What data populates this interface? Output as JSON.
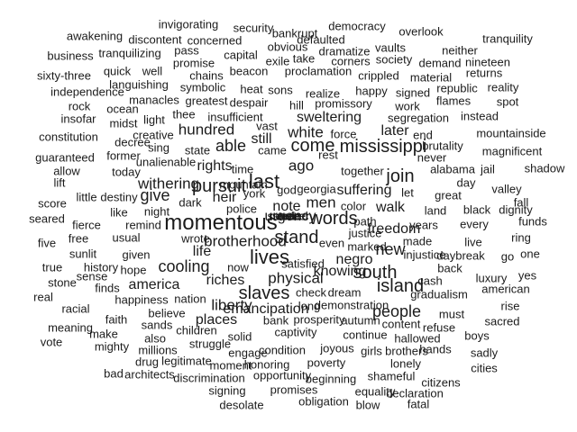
{
  "colors": {
    "background": "#ffffff",
    "text": "#1b1b1b"
  },
  "words": [
    "invigorating",
    "security",
    "bankrupt",
    "democracy",
    "overlook",
    "awakening",
    "discontent",
    "concerned",
    "defaulted",
    "tranquility",
    "pass",
    "obvious",
    "vaults",
    "neither",
    "business",
    "tranquilizing",
    "capital",
    "take",
    "dramatize",
    "society",
    "nineteen",
    "promise",
    "exile",
    "corners",
    "demand",
    "sixty-three",
    "quick",
    "well",
    "chains",
    "beacon",
    "proclamation",
    "crippled",
    "material",
    "returns",
    "languishing",
    "independence",
    "symbolic",
    "heat",
    "sons",
    "realize",
    "happy",
    "signed",
    "republic",
    "reality",
    "manacles",
    "greatest",
    "flames",
    "spot",
    "rock",
    "ocean",
    "despair",
    "hill",
    "promissory",
    "work",
    "insofar",
    "midst",
    "light",
    "thee",
    "insufficient",
    "sweltering",
    "segregation",
    "instead",
    "vast",
    "constitution",
    "creative",
    "white",
    "force",
    "later",
    "end",
    "mountainside",
    "decree",
    "sing",
    "hundred",
    "still",
    "come",
    "mississippi",
    "brutality",
    "magnificent",
    "guaranteed",
    "former",
    "state",
    "able",
    "came",
    "rest",
    "never",
    "allow",
    "unalienable",
    "join",
    "today",
    "rights",
    "time",
    "ago",
    "together",
    "alabama",
    "jail",
    "shadow",
    "lift",
    "withering",
    "mountain",
    "last",
    "day",
    "suffering",
    "georgia",
    "valley",
    "score",
    "give",
    "pursuit",
    "men",
    "let",
    "great",
    "little",
    "destiny",
    "heir",
    "york",
    "god",
    "color",
    "fall",
    "like",
    "dark",
    "police",
    "note",
    "walk",
    "land",
    "black",
    "dignity",
    "seared",
    "fierce",
    "remind",
    "night",
    "urgency",
    "words",
    "years",
    "every",
    "funds",
    "momentous",
    "path",
    "freedom",
    "five",
    "free",
    "usual",
    "wrote",
    "brotherhood",
    "stand",
    "justice",
    "ring",
    "even",
    "marked",
    "made",
    "live",
    "life",
    "lives",
    "new",
    "one",
    "go",
    "sunlit",
    "given",
    "daybreak",
    "injustice",
    "true",
    "history",
    "cooling",
    "south",
    "satisfied",
    "negro",
    "back",
    "sense",
    "now",
    "knowing",
    "yes",
    "stone",
    "hope",
    "luxury",
    "riches",
    "cash",
    "finds",
    "america",
    "physical",
    "island",
    "american",
    "check",
    "dream",
    "real",
    "slaves",
    "rise",
    "happiness",
    "nation",
    "gradualism",
    "racial",
    "liberty",
    "demonstration",
    "emancipation",
    "long",
    "people",
    "faith",
    "believe",
    "must",
    "sacred",
    "meaning",
    "prosperity",
    "autumn",
    "sands",
    "content",
    "refuse",
    "places",
    "make",
    "also",
    "children",
    "bank",
    "captivity",
    "boys",
    "vote",
    "continue",
    "hallowed",
    "solid",
    "mighty",
    "millions",
    "struggle",
    "engage",
    "condition",
    "joyous",
    "girls",
    "brothers",
    "hands",
    "sadly",
    "bad",
    "drug",
    "legitimate",
    "moment",
    "honoring",
    "poverty",
    "lonely",
    "cities",
    "discrimination",
    "opportunity",
    "beginning",
    "architects",
    "shameful",
    "citizens",
    "signing",
    "promises",
    "equality",
    "declaration",
    "obligation",
    "desolate",
    "blow",
    "fatal",
    "rude",
    "summer",
    "needed",
    "steam"
  ]
}
